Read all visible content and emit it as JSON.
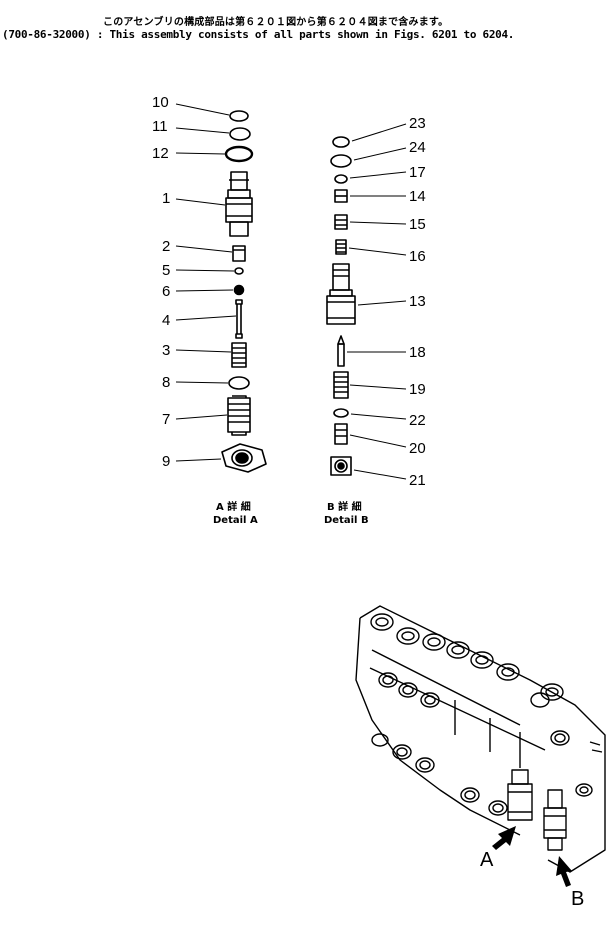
{
  "header": {
    "jp_text": "このアセンブリの構成部品は第６２０１図から第６２０４図まで含みます。",
    "en_text": "(700-86-32000) : This assembly consists of all parts shown in Figs. 6201 to 6204."
  },
  "detail_a": {
    "caption_jp": "A 詳 細",
    "caption_en": "Detail A",
    "callouts": [
      "10",
      "11",
      "12",
      "1",
      "2",
      "5",
      "6",
      "4",
      "3",
      "8",
      "7",
      "9"
    ]
  },
  "detail_b": {
    "caption_jp": "B 詳 細",
    "caption_en": "Detail B",
    "callouts": [
      "23",
      "24",
      "17",
      "14",
      "15",
      "16",
      "13",
      "18",
      "19",
      "22",
      "20",
      "21"
    ]
  },
  "view_markers": [
    "A",
    "B"
  ]
}
